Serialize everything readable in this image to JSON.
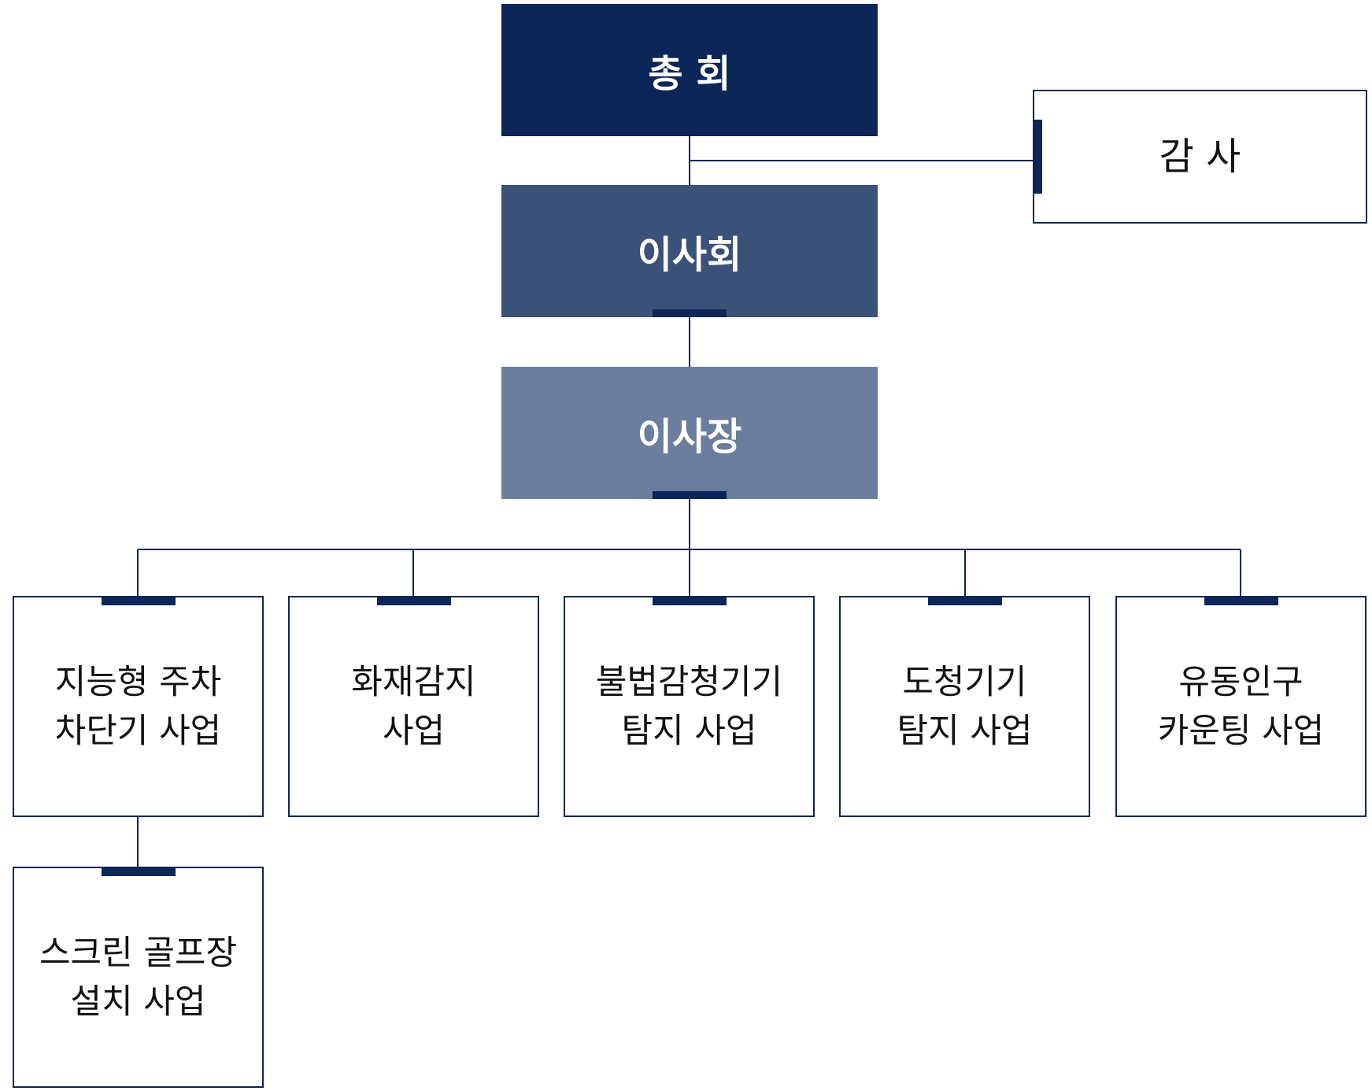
{
  "colors": {
    "assembly": "#0b2657",
    "board": "#3a5278",
    "chairman": "#6b7e9d",
    "outline": "#0b2657"
  },
  "org": {
    "assembly": "총 회",
    "auditor": "감 사",
    "board": "이사회",
    "chairman": "이사장"
  },
  "businesses": [
    [
      "지능형 주차",
      "차단기 사업"
    ],
    [
      "화재감지",
      "사업"
    ],
    [
      "불법감청기기",
      "탐지 사업"
    ],
    [
      "도청기기",
      "탐지 사업"
    ],
    [
      "유동인구",
      "카운팅 사업"
    ]
  ],
  "sub_business": [
    "스크린 골프장",
    "설치 사업"
  ]
}
